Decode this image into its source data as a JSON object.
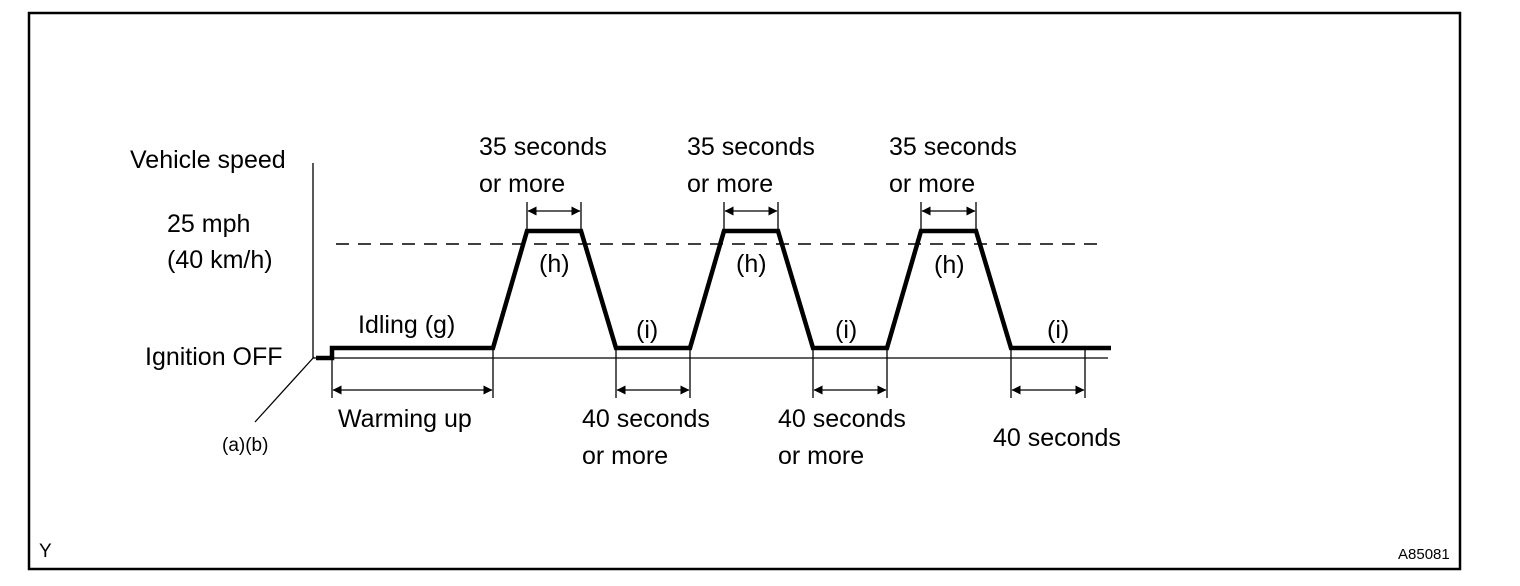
{
  "labels": {
    "vehicle_speed": "Vehicle speed",
    "speed_mph": "25 mph",
    "speed_kmh": "(40 km/h)",
    "ignition_off": "Ignition OFF",
    "ab": "(a)(b)",
    "idling": "Idling (g)",
    "warming_up": "Warming up",
    "h": "(h)",
    "i": "(i)",
    "dur35_line1": "35 seconds",
    "dur35_line2": "or more",
    "dur40_line1": "40 seconds",
    "dur40_line2": "or more",
    "dur40_final": "40 seconds",
    "corner_letter": "Y",
    "figure_code": "A85081"
  }
}
